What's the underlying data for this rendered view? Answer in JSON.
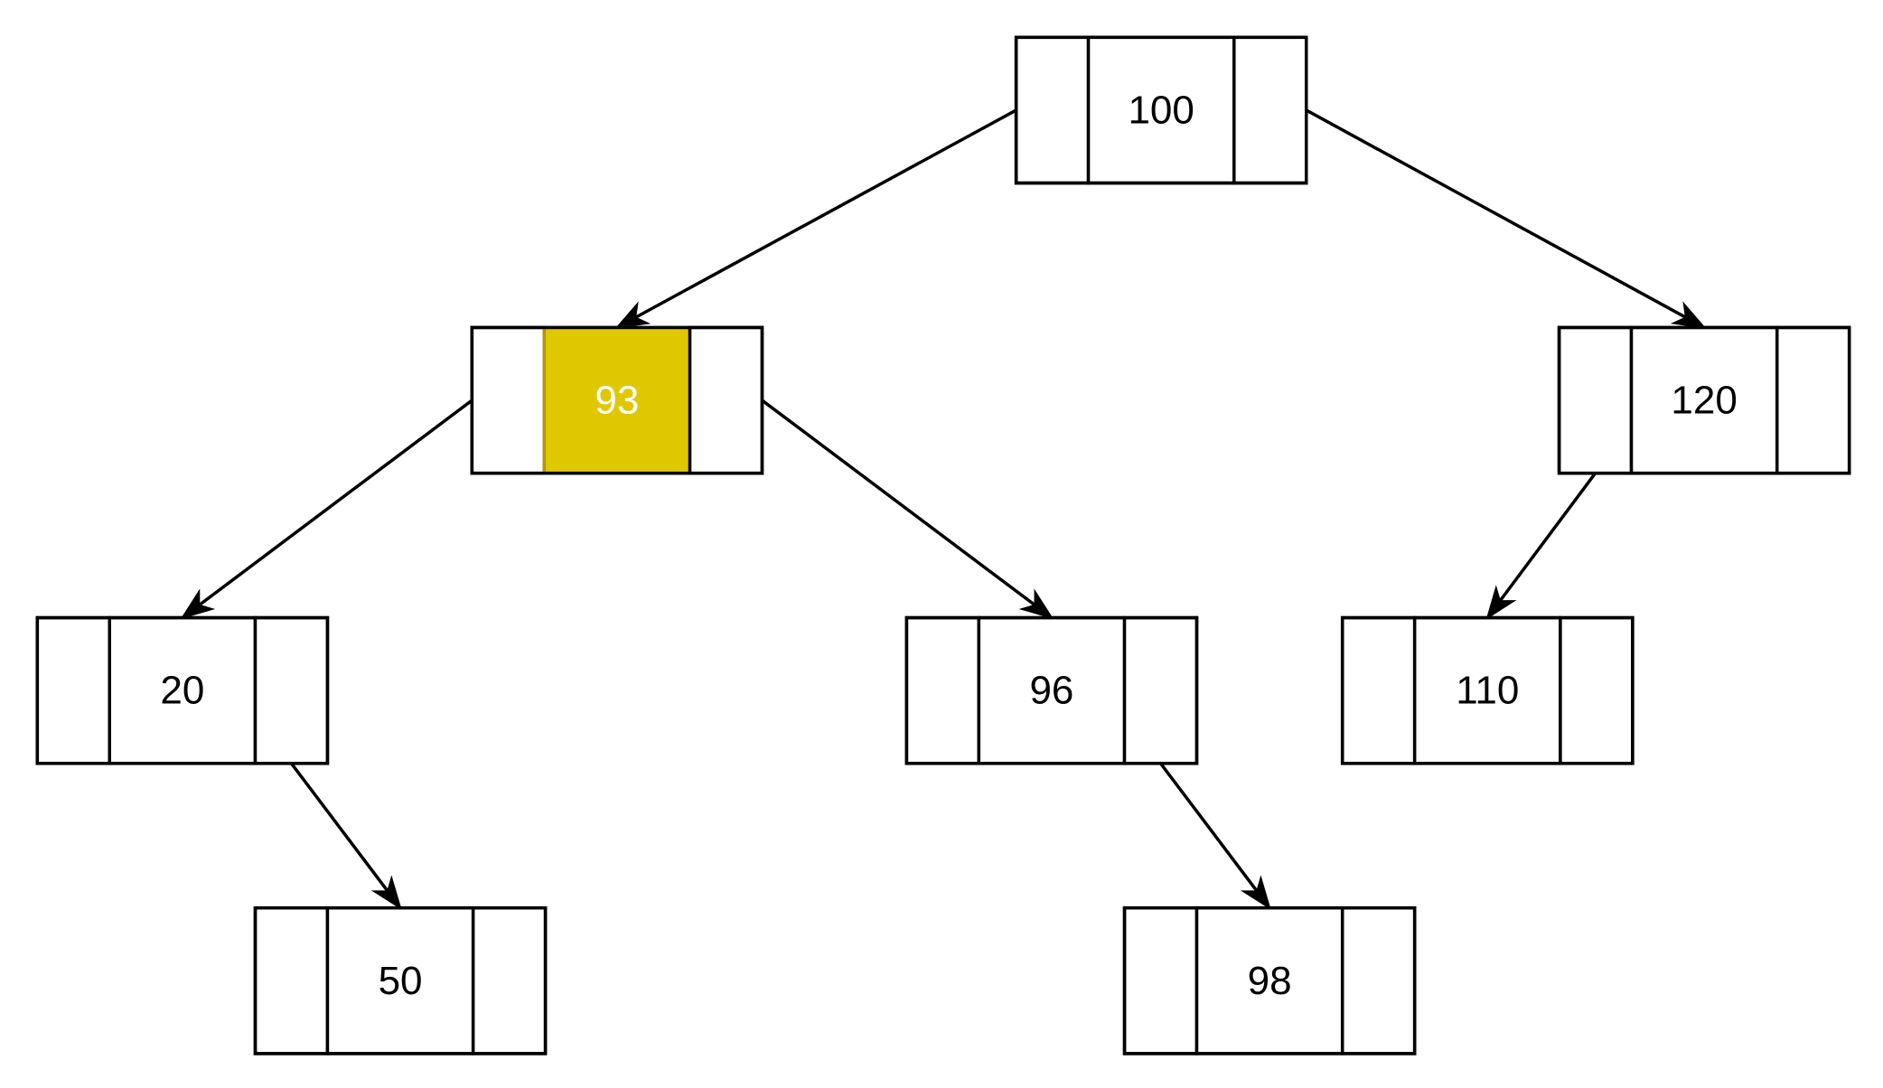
{
  "colors": {
    "node_fill": "#ffffff",
    "node_stroke": "#000000",
    "highlight_fill": "#e0c800",
    "highlight_stroke": "#b09a00",
    "highlight_text": "#ffffff",
    "text": "#000000"
  },
  "nodes": [
    {
      "id": "n100",
      "label": "100",
      "highlighted": false
    },
    {
      "id": "n93",
      "label": "93",
      "highlighted": true
    },
    {
      "id": "n120",
      "label": "120",
      "highlighted": false
    },
    {
      "id": "n20",
      "label": "20",
      "highlighted": false
    },
    {
      "id": "n96",
      "label": "96",
      "highlighted": false
    },
    {
      "id": "n110",
      "label": "110",
      "highlighted": false
    },
    {
      "id": "n50",
      "label": "50",
      "highlighted": false
    },
    {
      "id": "n98",
      "label": "98",
      "highlighted": false
    }
  ],
  "edges": [
    {
      "from": "n100",
      "to": "n93",
      "side": "left"
    },
    {
      "from": "n100",
      "to": "n120",
      "side": "right"
    },
    {
      "from": "n93",
      "to": "n20",
      "side": "left"
    },
    {
      "from": "n93",
      "to": "n96",
      "side": "right"
    },
    {
      "from": "n120",
      "to": "n110",
      "side": "left"
    },
    {
      "from": "n20",
      "to": "n50",
      "side": "right"
    },
    {
      "from": "n96",
      "to": "n98",
      "side": "right"
    }
  ]
}
